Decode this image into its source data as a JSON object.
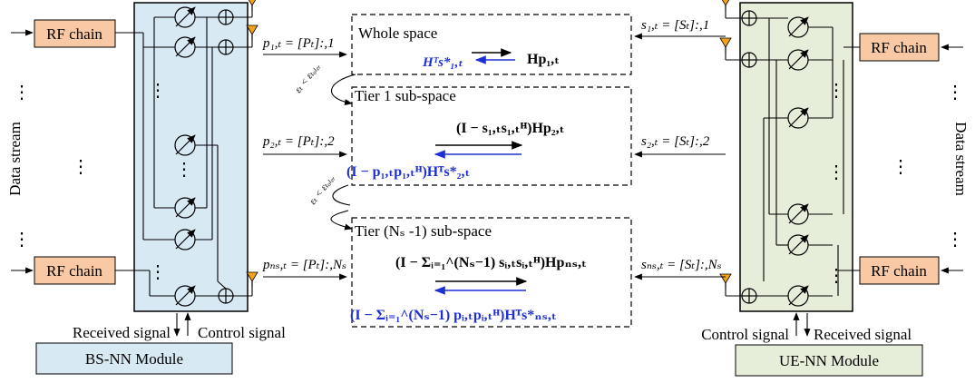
{
  "colors": {
    "rf_chain_fill": "#f8c9a4",
    "bs_panel_fill": "#d7e9f3",
    "ue_panel_fill": "#e6edd9",
    "antenna_fill": "#f3a21b",
    "blue_text": "#1f2fd6"
  },
  "left": {
    "rf_chain_top": "RF chain",
    "rf_chain_bottom": "RF chain",
    "data_stream": "Data stream",
    "received_signal": "Received signal",
    "control_signal": "Control signal",
    "module": "BS-NN Module",
    "p1": "p₁,ₜ = [Pₜ]:,1",
    "p2": "p₂,ₜ = [Pₜ]:,2",
    "pN": "pₙₛ,ₜ = [Pₜ]:,Nₛ"
  },
  "right": {
    "rf_chain_top": "RF chain",
    "rf_chain_bottom": "RF chain",
    "data_stream": "Data stream",
    "control_signal": "Control signal",
    "received_signal": "Received signal",
    "module": "UE-NN Module",
    "s1": "s₁,ₜ = [Sₜ]:,1",
    "s2": "s₂,ₜ = [Sₜ]:,2",
    "sN": "sₙₛ,ₜ = [Sₜ]:,Nₛ"
  },
  "center": {
    "whole_space": "Whole space",
    "whole_eq_left": "Hᵀs*₁,ₜ",
    "whole_eq_right": "Hp₁,ₜ",
    "tier1": "Tier 1 sub-space",
    "tier1_eq_top": "(I − s₁,ₜs₁,ₜᴴ)Hp₂,ₜ",
    "tier1_eq_bottom": "(I − p₁,ₜp₁,ₜᴴ)Hᵀs*₂,ₜ",
    "tierN": "Tier (Nₛ -1) sub-space",
    "tierN_eq_top": "(I − Σᵢ₌₁^(Nₛ−1) sᵢ,ₜsᵢ,ₜᴴ)Hpₙₛ,ₜ",
    "tierN_eq_bottom": "(I − Σᵢ₌₁^(Nₛ−1) pᵢ,ₜpᵢ,ₜᴴ)Hᵀs*ₙₛ,ₜ",
    "cond1": "εₜ < εₜₒₗₑᵣ",
    "cond2": "εₜ < εₜₒₗₑᵣ"
  },
  "dots": "⋮"
}
